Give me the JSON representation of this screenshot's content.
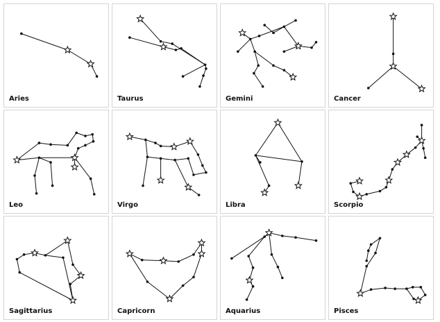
{
  "constellations": [
    {
      "name": "Aries",
      "stars": [
        [
          0.1,
          0.29,
          "dot"
        ],
        [
          0.62,
          0.5,
          "star"
        ],
        [
          0.88,
          0.68,
          "star"
        ],
        [
          0.95,
          0.84,
          "dot"
        ]
      ],
      "lines": [
        [
          0,
          1
        ],
        [
          1,
          2
        ],
        [
          2,
          3
        ]
      ]
    },
    {
      "name": "Taurus",
      "stars": [
        [
          0.22,
          0.1,
          "star"
        ],
        [
          0.45,
          0.39,
          "dot"
        ],
        [
          0.58,
          0.42,
          "dot"
        ],
        [
          0.1,
          0.34,
          "dot"
        ],
        [
          0.48,
          0.46,
          "star"
        ],
        [
          0.62,
          0.5,
          "dot"
        ],
        [
          0.68,
          0.48,
          "dot"
        ],
        [
          0.95,
          0.69,
          "dot"
        ],
        [
          0.96,
          0.74,
          "dot"
        ],
        [
          0.93,
          0.83,
          "dot"
        ],
        [
          0.89,
          0.97,
          "dot"
        ],
        [
          0.7,
          0.84,
          "dot"
        ]
      ],
      "lines": [
        [
          0,
          1
        ],
        [
          1,
          2
        ],
        [
          3,
          4
        ],
        [
          4,
          5
        ],
        [
          5,
          6
        ],
        [
          2,
          7
        ],
        [
          6,
          7
        ],
        [
          7,
          8
        ],
        [
          8,
          9
        ],
        [
          9,
          10
        ],
        [
          7,
          11
        ]
      ]
    },
    {
      "name": "Gemini",
      "stars": [
        [
          0.4,
          0.18,
          "dot"
        ],
        [
          0.5,
          0.28,
          "dot"
        ],
        [
          0.62,
          0.2,
          "dot"
        ],
        [
          0.75,
          0.12,
          "dot"
        ],
        [
          0.78,
          0.45,
          "star"
        ],
        [
          0.62,
          0.52,
          "dot"
        ],
        [
          0.93,
          0.47,
          "dot"
        ],
        [
          0.98,
          0.4,
          "dot"
        ],
        [
          0.15,
          0.28,
          "star"
        ],
        [
          0.24,
          0.36,
          "dot"
        ],
        [
          0.34,
          0.32,
          "dot"
        ],
        [
          0.1,
          0.52,
          "dot"
        ],
        [
          0.29,
          0.52,
          "dot"
        ],
        [
          0.33,
          0.7,
          "dot"
        ],
        [
          0.28,
          0.8,
          "dot"
        ],
        [
          0.38,
          0.97,
          "dot"
        ],
        [
          0.5,
          0.7,
          "dot"
        ],
        [
          0.62,
          0.76,
          "dot"
        ],
        [
          0.72,
          0.85,
          "star"
        ]
      ],
      "lines": [
        [
          0,
          1
        ],
        [
          1,
          2
        ],
        [
          2,
          3
        ],
        [
          2,
          4
        ],
        [
          4,
          5
        ],
        [
          4,
          6
        ],
        [
          6,
          7
        ],
        [
          8,
          9
        ],
        [
          9,
          10
        ],
        [
          10,
          2
        ],
        [
          9,
          11
        ],
        [
          9,
          12
        ],
        [
          12,
          13
        ],
        [
          13,
          14
        ],
        [
          14,
          15
        ],
        [
          12,
          16
        ],
        [
          16,
          17
        ],
        [
          17,
          18
        ]
      ]
    },
    {
      "name": "Cancer",
      "stars": [
        [
          0.63,
          0.07,
          "star"
        ],
        [
          0.63,
          0.55,
          "dot"
        ],
        [
          0.63,
          0.71,
          "star"
        ],
        [
          0.35,
          0.99,
          "dot"
        ],
        [
          0.95,
          1.0,
          "star"
        ]
      ],
      "lines": [
        [
          0,
          1
        ],
        [
          1,
          2
        ],
        [
          2,
          3
        ],
        [
          2,
          4
        ]
      ]
    },
    {
      "name": "Leo",
      "stars": [
        [
          0.3,
          0.33,
          "dot"
        ],
        [
          0.43,
          0.35,
          "dot"
        ],
        [
          0.62,
          0.36,
          "dot"
        ],
        [
          0.72,
          0.2,
          "dot"
        ],
        [
          0.82,
          0.24,
          "dot"
        ],
        [
          0.9,
          0.22,
          "dot"
        ],
        [
          0.91,
          0.31,
          "dot"
        ],
        [
          0.82,
          0.36,
          "dot"
        ],
        [
          0.74,
          0.4,
          "dot"
        ],
        [
          0.7,
          0.52,
          "star"
        ],
        [
          0.88,
          0.79,
          "dot"
        ],
        [
          0.92,
          0.99,
          "dot"
        ],
        [
          0.05,
          0.55,
          "star"
        ],
        [
          0.3,
          0.52,
          "dot"
        ],
        [
          0.25,
          0.75,
          "dot"
        ],
        [
          0.27,
          0.98,
          "dot"
        ],
        [
          0.43,
          0.58,
          "dot"
        ],
        [
          0.45,
          0.88,
          "dot"
        ],
        [
          0.7,
          0.64,
          "star"
        ]
      ],
      "lines": [
        [
          0,
          1
        ],
        [
          1,
          2
        ],
        [
          2,
          3
        ],
        [
          3,
          4
        ],
        [
          4,
          5
        ],
        [
          5,
          6
        ],
        [
          6,
          7
        ],
        [
          7,
          8
        ],
        [
          8,
          9
        ],
        [
          9,
          10
        ],
        [
          10,
          11
        ],
        [
          12,
          0
        ],
        [
          12,
          13
        ],
        [
          13,
          14
        ],
        [
          14,
          15
        ],
        [
          13,
          16
        ],
        [
          16,
          17
        ],
        [
          13,
          9
        ],
        [
          9,
          18
        ]
      ]
    },
    {
      "name": "Virgo",
      "stars": [
        [
          0.1,
          0.25,
          "star"
        ],
        [
          0.28,
          0.29,
          "dot"
        ],
        [
          0.39,
          0.33,
          "dot"
        ],
        [
          0.45,
          0.37,
          "dot"
        ],
        [
          0.6,
          0.38,
          "star"
        ],
        [
          0.78,
          0.31,
          "star"
        ],
        [
          0.87,
          0.48,
          "dot"
        ],
        [
          0.92,
          0.62,
          "dot"
        ],
        [
          0.96,
          0.71,
          "dot"
        ],
        [
          0.82,
          0.74,
          "dot"
        ],
        [
          0.76,
          0.53,
          "dot"
        ],
        [
          0.61,
          0.55,
          "dot"
        ],
        [
          0.45,
          0.53,
          "dot"
        ],
        [
          0.3,
          0.51,
          "dot"
        ],
        [
          0.25,
          0.88,
          "dot"
        ],
        [
          0.45,
          0.81,
          "star"
        ],
        [
          0.76,
          0.9,
          "star"
        ],
        [
          0.88,
          1.0,
          "dot"
        ]
      ],
      "lines": [
        [
          0,
          1
        ],
        [
          1,
          2
        ],
        [
          2,
          3
        ],
        [
          3,
          4
        ],
        [
          4,
          5
        ],
        [
          5,
          6
        ],
        [
          6,
          7
        ],
        [
          7,
          8
        ],
        [
          8,
          9
        ],
        [
          9,
          10
        ],
        [
          10,
          11
        ],
        [
          11,
          12
        ],
        [
          12,
          13
        ],
        [
          13,
          1
        ],
        [
          13,
          14
        ],
        [
          12,
          15
        ],
        [
          11,
          16
        ],
        [
          16,
          17
        ]
      ]
    },
    {
      "name": "Libra",
      "stars": [
        [
          0.55,
          0.07,
          "star"
        ],
        [
          0.3,
          0.49,
          "dot"
        ],
        [
          0.82,
          0.57,
          "dot"
        ],
        [
          0.45,
          0.88,
          "dot"
        ],
        [
          0.4,
          0.97,
          "star"
        ],
        [
          0.78,
          0.88,
          "star"
        ],
        [
          0.35,
          0.58,
          "dot"
        ]
      ],
      "lines": [
        [
          0,
          1
        ],
        [
          0,
          2
        ],
        [
          1,
          2
        ],
        [
          1,
          3
        ],
        [
          3,
          4
        ],
        [
          2,
          5
        ],
        [
          1,
          6
        ]
      ]
    },
    {
      "name": "Scorpio",
      "stars": [
        [
          0.95,
          0.1,
          "dot"
        ],
        [
          0.95,
          0.3,
          "star"
        ],
        [
          0.88,
          0.39,
          "dot"
        ],
        [
          0.78,
          0.48,
          "star"
        ],
        [
          0.68,
          0.58,
          "star"
        ],
        [
          0.62,
          0.67,
          "dot"
        ],
        [
          0.58,
          0.81,
          "star"
        ],
        [
          0.55,
          0.9,
          "dot"
        ],
        [
          0.48,
          0.95,
          "dot"
        ],
        [
          0.33,
          0.99,
          "dot"
        ],
        [
          0.25,
          1.02,
          "star"
        ],
        [
          0.18,
          0.96,
          "dot"
        ],
        [
          0.15,
          0.85,
          "dot"
        ],
        [
          0.25,
          0.82,
          "star"
        ],
        [
          0.97,
          0.4,
          "dot"
        ],
        [
          0.99,
          0.52,
          "dot"
        ],
        [
          0.9,
          0.25,
          "dot"
        ]
      ],
      "lines": [
        [
          0,
          1
        ],
        [
          1,
          2
        ],
        [
          2,
          3
        ],
        [
          3,
          4
        ],
        [
          4,
          5
        ],
        [
          5,
          6
        ],
        [
          6,
          7
        ],
        [
          7,
          8
        ],
        [
          8,
          9
        ],
        [
          9,
          10
        ],
        [
          10,
          11
        ],
        [
          11,
          12
        ],
        [
          12,
          13
        ],
        [
          1,
          14
        ],
        [
          14,
          15
        ],
        [
          1,
          16
        ]
      ]
    },
    {
      "name": "Sagittarius",
      "stars": [
        [
          0.05,
          0.46,
          "dot"
        ],
        [
          0.13,
          0.4,
          "dot"
        ],
        [
          0.25,
          0.38,
          "star"
        ],
        [
          0.37,
          0.41,
          "dot"
        ],
        [
          0.62,
          0.22,
          "star"
        ],
        [
          0.68,
          0.53,
          "dot"
        ],
        [
          0.77,
          0.67,
          "star"
        ],
        [
          0.65,
          0.78,
          "dot"
        ],
        [
          0.68,
          0.99,
          "star"
        ],
        [
          0.08,
          0.63,
          "dot"
        ],
        [
          0.57,
          0.44,
          "dot"
        ]
      ],
      "lines": [
        [
          0,
          1
        ],
        [
          1,
          2
        ],
        [
          2,
          3
        ],
        [
          3,
          4
        ],
        [
          4,
          5
        ],
        [
          5,
          6
        ],
        [
          6,
          7
        ],
        [
          7,
          8
        ],
        [
          8,
          9
        ],
        [
          9,
          0
        ],
        [
          3,
          10
        ],
        [
          10,
          8
        ]
      ]
    },
    {
      "name": "Capricorn",
      "stars": [
        [
          0.1,
          0.39,
          "star"
        ],
        [
          0.24,
          0.47,
          "dot"
        ],
        [
          0.48,
          0.48,
          "star"
        ],
        [
          0.65,
          0.49,
          "dot"
        ],
        [
          0.82,
          0.4,
          "dot"
        ],
        [
          0.91,
          0.25,
          "star"
        ],
        [
          0.91,
          0.39,
          "star"
        ],
        [
          0.82,
          0.69,
          "dot"
        ],
        [
          0.7,
          0.8,
          "dot"
        ],
        [
          0.55,
          0.97,
          "star"
        ],
        [
          0.3,
          0.75,
          "dot"
        ]
      ],
      "lines": [
        [
          0,
          1
        ],
        [
          1,
          2
        ],
        [
          2,
          3
        ],
        [
          3,
          4
        ],
        [
          4,
          5
        ],
        [
          5,
          6
        ],
        [
          6,
          7
        ],
        [
          7,
          8
        ],
        [
          8,
          9
        ],
        [
          9,
          10
        ],
        [
          10,
          0
        ]
      ]
    },
    {
      "name": "Aquarius",
      "stars": [
        [
          0.45,
          0.12,
          "star"
        ],
        [
          0.6,
          0.16,
          "dot"
        ],
        [
          0.75,
          0.18,
          "dot"
        ],
        [
          0.98,
          0.22,
          "dot"
        ],
        [
          0.4,
          0.17,
          "dot"
        ],
        [
          0.03,
          0.45,
          "dot"
        ],
        [
          0.22,
          0.42,
          "dot"
        ],
        [
          0.27,
          0.57,
          "dot"
        ],
        [
          0.23,
          0.73,
          "star"
        ],
        [
          0.27,
          0.81,
          "dot"
        ],
        [
          0.2,
          0.98,
          "dot"
        ],
        [
          0.48,
          0.4,
          "dot"
        ],
        [
          0.55,
          0.56,
          "dot"
        ],
        [
          0.6,
          0.7,
          "dot"
        ]
      ],
      "lines": [
        [
          0,
          1
        ],
        [
          1,
          2
        ],
        [
          2,
          3
        ],
        [
          0,
          4
        ],
        [
          4,
          5
        ],
        [
          4,
          6
        ],
        [
          6,
          7
        ],
        [
          7,
          8
        ],
        [
          8,
          9
        ],
        [
          9,
          10
        ],
        [
          0,
          11
        ],
        [
          11,
          12
        ],
        [
          12,
          13
        ]
      ]
    },
    {
      "name": "Pisces",
      "stars": [
        [
          0.26,
          0.9,
          "star"
        ],
        [
          0.38,
          0.85,
          "dot"
        ],
        [
          0.54,
          0.83,
          "dot"
        ],
        [
          0.65,
          0.84,
          "dot"
        ],
        [
          0.78,
          0.84,
          "dot"
        ],
        [
          0.85,
          0.82,
          "dot"
        ],
        [
          0.94,
          0.82,
          "dot"
        ],
        [
          0.99,
          0.92,
          "dot"
        ],
        [
          0.91,
          0.99,
          "star"
        ],
        [
          0.86,
          0.97,
          "dot"
        ],
        [
          0.33,
          0.55,
          "dot"
        ],
        [
          0.43,
          0.38,
          "dot"
        ],
        [
          0.48,
          0.19,
          "dot"
        ],
        [
          0.38,
          0.27,
          "dot"
        ],
        [
          0.35,
          0.35,
          "dot"
        ],
        [
          0.33,
          0.48,
          "dot"
        ]
      ],
      "lines": [
        [
          0,
          1
        ],
        [
          1,
          2
        ],
        [
          2,
          3
        ],
        [
          3,
          4
        ],
        [
          4,
          5
        ],
        [
          5,
          6
        ],
        [
          6,
          7
        ],
        [
          7,
          8
        ],
        [
          8,
          9
        ],
        [
          9,
          4
        ],
        [
          0,
          10
        ],
        [
          10,
          11
        ],
        [
          11,
          12
        ],
        [
          12,
          13
        ],
        [
          13,
          14
        ],
        [
          14,
          15
        ]
      ]
    }
  ]
}
